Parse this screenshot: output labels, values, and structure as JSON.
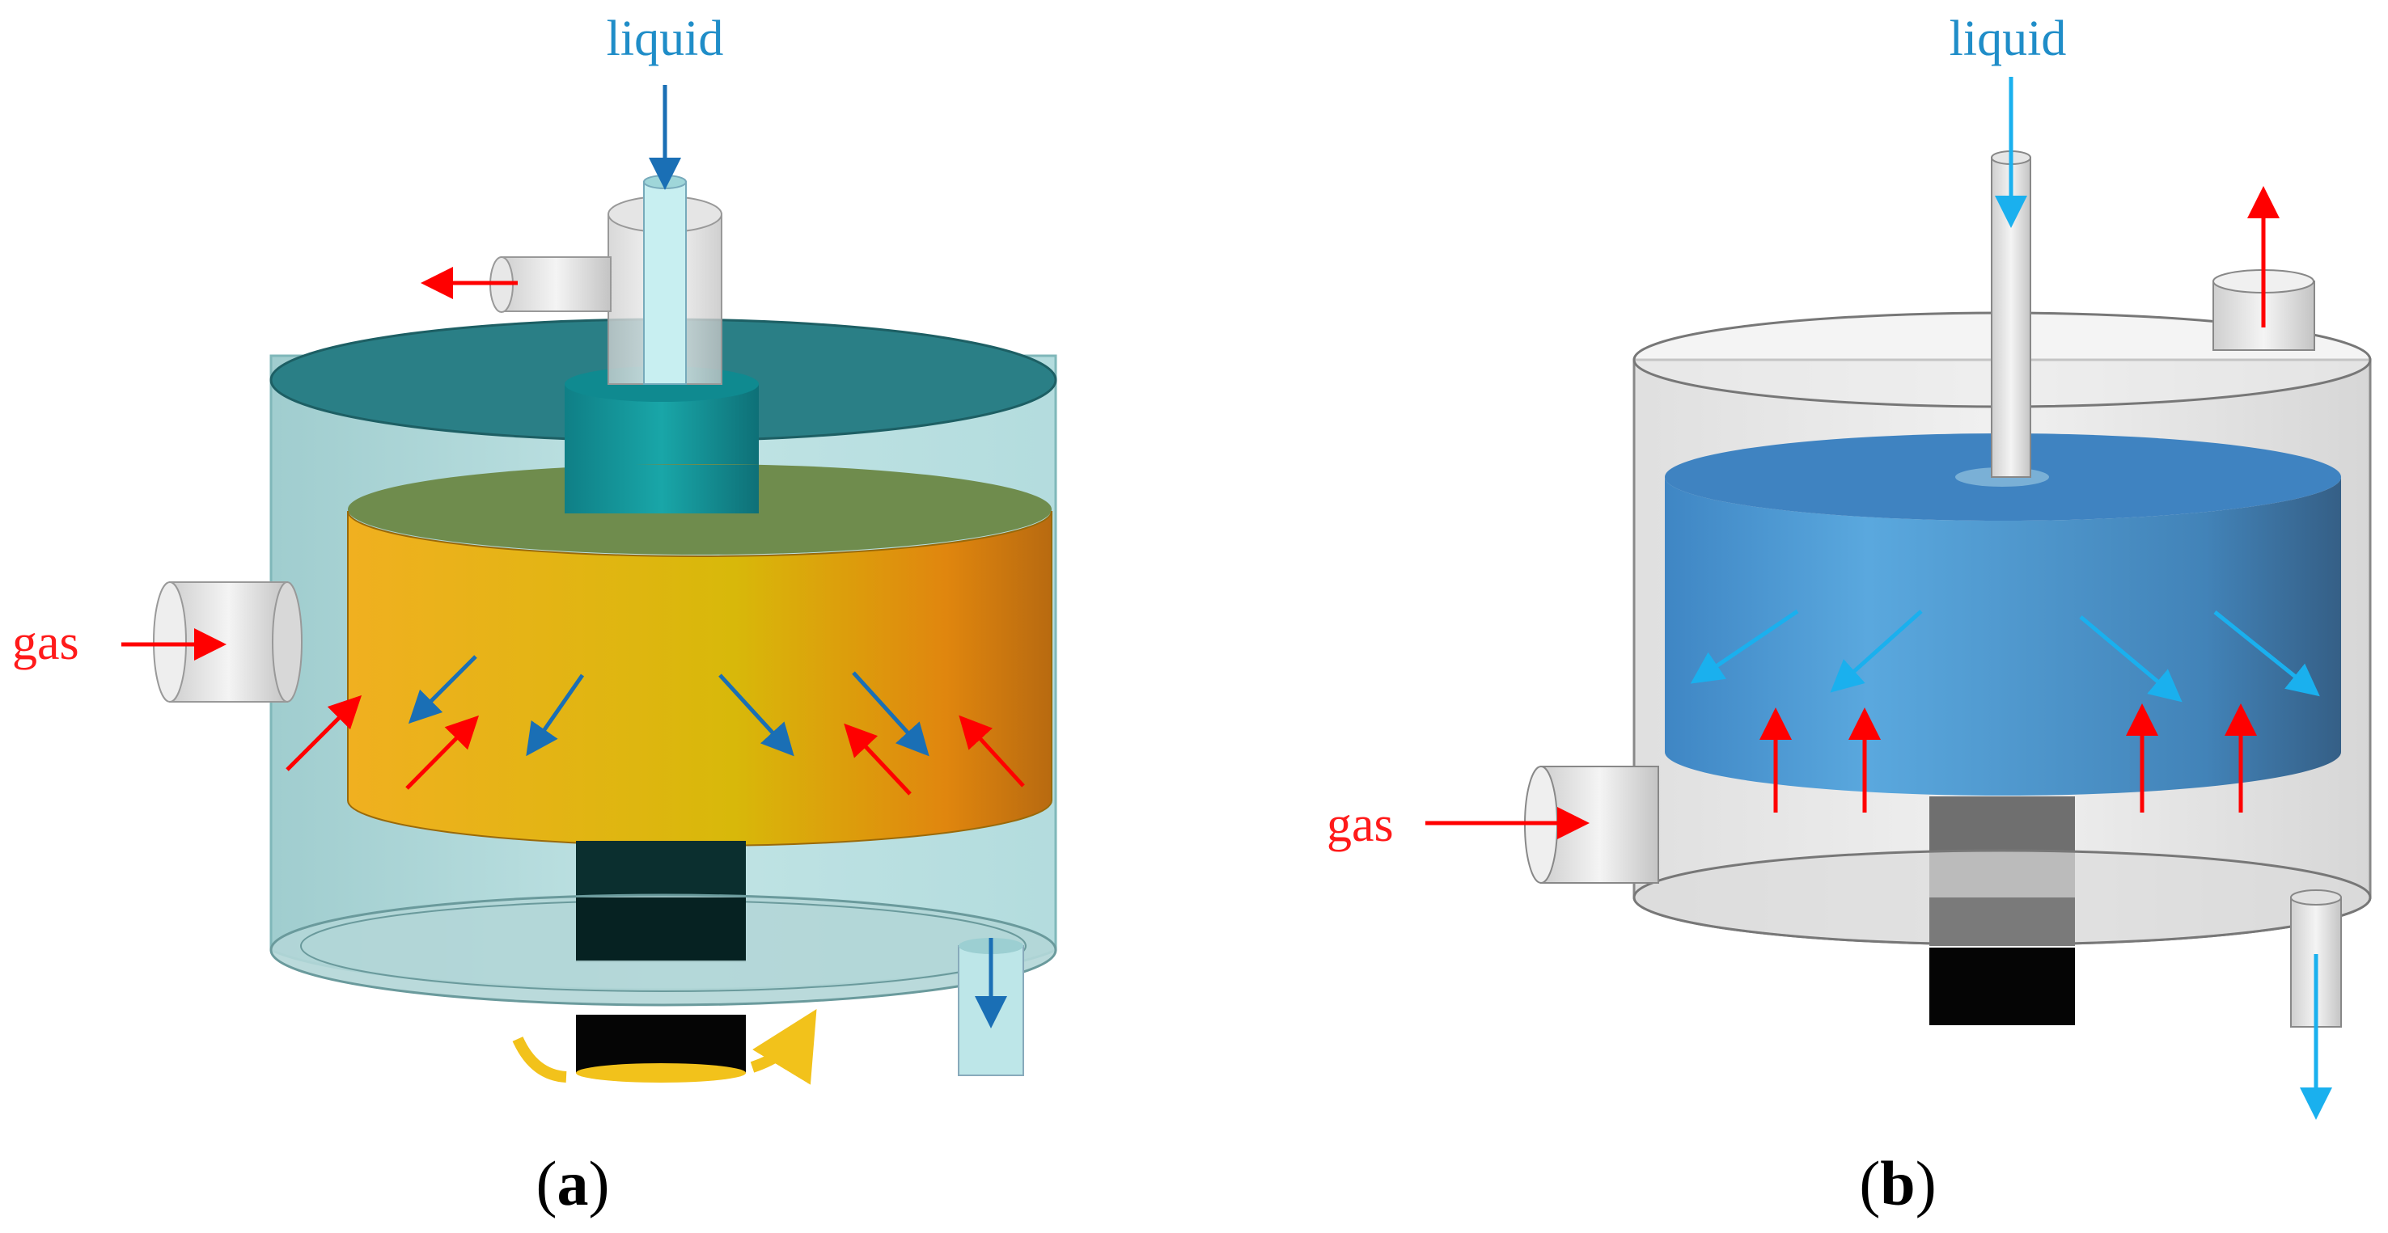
{
  "panel_a": {
    "label_liquid": "liquid",
    "label_gas": "gas",
    "caption_open": "(",
    "caption_letter": "a",
    "caption_close": ")"
  },
  "panel_b": {
    "label_liquid": "liquid",
    "label_gas": "gas",
    "caption_open": "(",
    "caption_letter": "b",
    "caption_close": ")"
  },
  "colors": {
    "liquid_arrow_a": "#1a6fb5",
    "liquid_arrow_b": "#1ab0ee",
    "gas_arrow": "#ff0000",
    "rotor_a": "#e8a314",
    "rotor_b": "#4a92c9",
    "casing_a": "#9fd2d4"
  }
}
